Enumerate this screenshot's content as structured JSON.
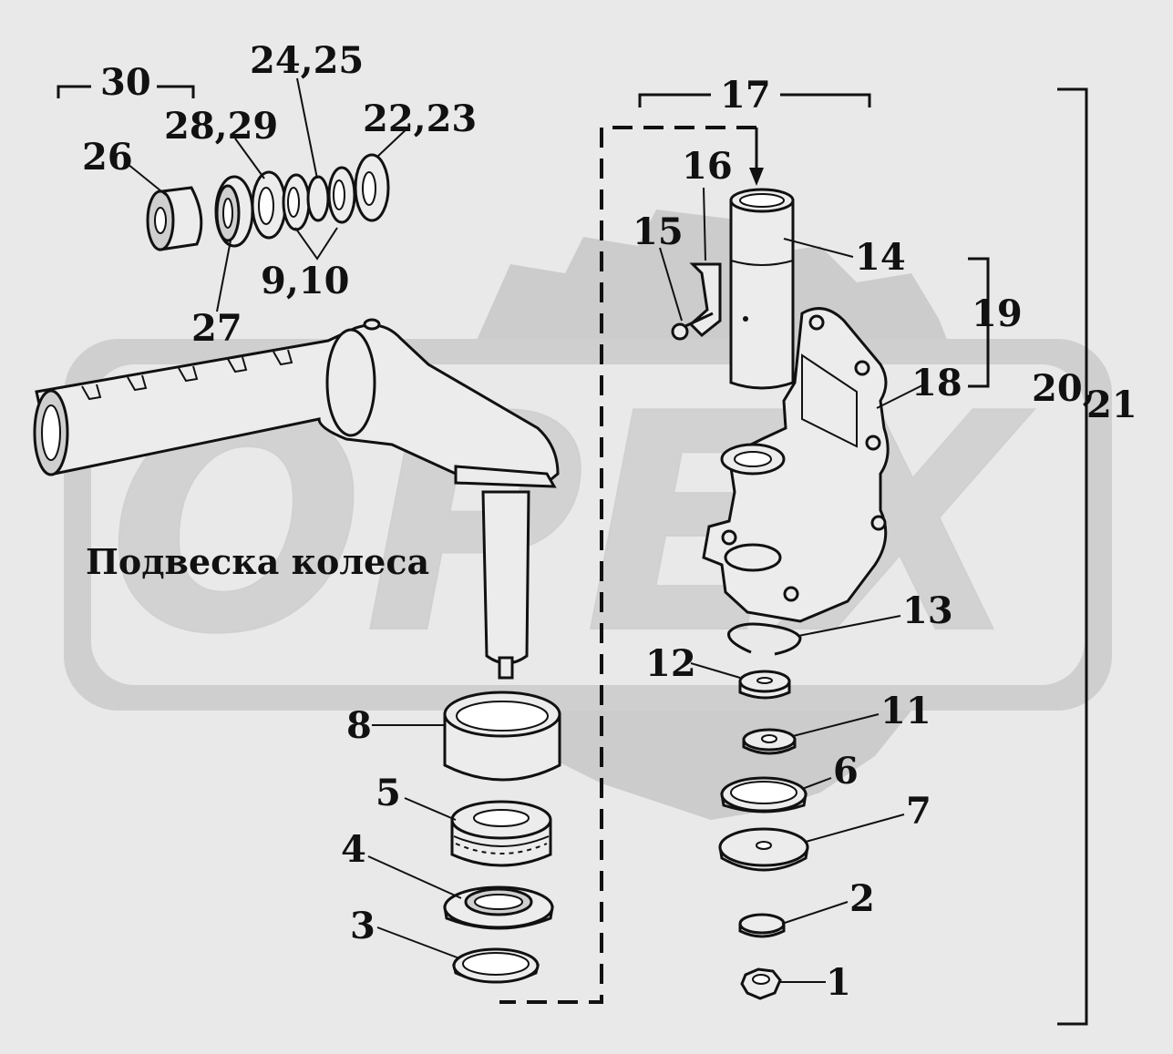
{
  "title": "Подвеска колеса",
  "watermark": "OPEX",
  "colors": {
    "background": "#e9e9e9",
    "watermark": "#c8c8c8",
    "line": "#111111"
  },
  "callouts": {
    "c30": "30",
    "c26": "26",
    "c28_29": "28,29",
    "c24_25": "24,25",
    "c22_23": "22,23",
    "c27": "27",
    "c9_10": "9,10",
    "c17": "17",
    "c16": "16",
    "c15": "15",
    "c14": "14",
    "c19": "19",
    "c18": "18",
    "c20_21a": "20,",
    "c20_21b": "21",
    "c13": "13",
    "c12": "12",
    "c11": "11",
    "c6": "6",
    "c7": "7",
    "c2": "2",
    "c1": "1",
    "c8": "8",
    "c5": "5",
    "c4": "4",
    "c3": "3"
  }
}
